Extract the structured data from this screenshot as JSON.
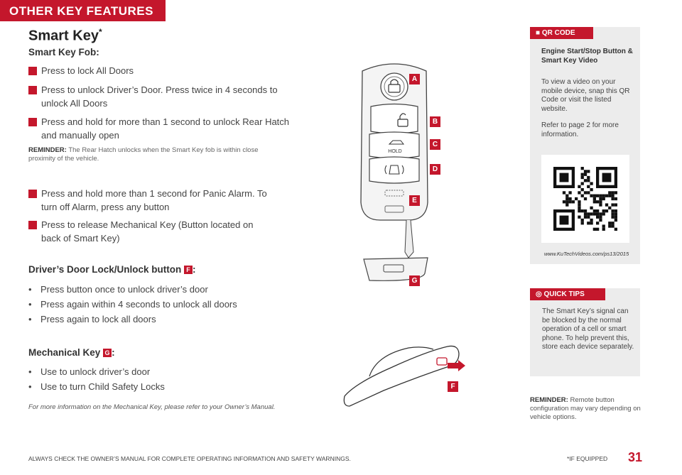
{
  "banner": "OTHER KEY FEATURES",
  "title": "Smart Key",
  "title_mark": "*",
  "fob": {
    "heading": "Smart Key Fob:",
    "items": [
      {
        "tag": "A",
        "text": "Press to lock All Doors"
      },
      {
        "tag": "B",
        "text": "Press to unlock Driver’s Door. Press twice in 4 seconds to unlock All Doors"
      },
      {
        "tag": "C",
        "text": "Press and hold for more than 1 second to unlock Rear Hatch and manually open"
      },
      {
        "tag": "D",
        "text": "Press and hold more than 1 second for Panic Alarm. To turn off Alarm, press any button"
      },
      {
        "tag": "E",
        "text": "Press to release Mechanical Key (Button located on back of Smart Key)"
      }
    ],
    "reminder_label": "REMINDER:",
    "reminder_text": "The Rear Hatch unlocks when the Smart Key fob is within close proximity of the vehicle."
  },
  "door": {
    "heading": "Driver’s Door Lock/Unlock button",
    "tag": "F",
    "bullets": [
      "Press button once to unlock driver’s door",
      "Press again within 4 seconds to unlock all doors",
      "Press again to lock all doors"
    ]
  },
  "mech": {
    "heading": "Mechanical Key",
    "tag": "G",
    "bullets": [
      "Use to unlock driver’s door",
      "Use to turn Child Safety Locks"
    ]
  },
  "more_info": "For more information on the Mechanical Key, please refer to your Owner’s Manual.",
  "qr": {
    "tab": "QR CODE",
    "heading": "Engine Start/Stop Button & Smart Key Video",
    "text1": "To view a video on your mobile device, snap this QR Code or visit the listed website.",
    "text2": "Refer to page 2 for more information.",
    "url": "www.KuTechVideos.com/ps13/2015"
  },
  "tips": {
    "tab": "QUICK TIPS",
    "text": "The Smart Key’s signal can be blocked by the normal operation of a cell or smart phone. To help prevent this, store each device separately."
  },
  "reminder2_label": "REMINDER:",
  "reminder2_text": "Remote button configuration may vary depending on vehicle options.",
  "fob_hold_label": "HOLD",
  "callouts": [
    "A",
    "B",
    "C",
    "D",
    "E",
    "F",
    "G"
  ],
  "footer": "ALWAYS CHECK THE OWNER’S MANUAL FOR COMPLETE OPERATING INFORMATION AND SAFETY WARNINGS.",
  "if_equipped": "*IF EQUIPPED",
  "page_number": "31",
  "colors": {
    "accent": "#c4172c",
    "panel": "#ececec"
  }
}
